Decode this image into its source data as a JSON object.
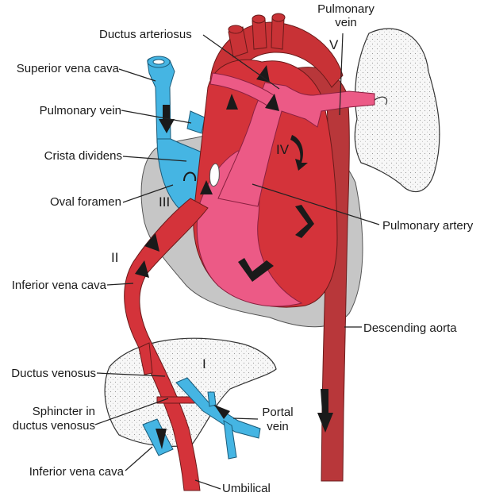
{
  "labels": {
    "ductus_arteriosus": "Ductus arteriosus",
    "pulmonary_vein_top_1": "Pulmonary",
    "pulmonary_vein_top_2": "vein",
    "superior_vena_cava": "Superior vena cava",
    "pulmonary_vein_left": "Pulmonary vein",
    "crista_dividens": "Crista dividens",
    "oval_foramen": "Oval foramen",
    "pulmonary_artery": "Pulmonary artery",
    "inferior_vena_cava_upper": "Inferior vena cava",
    "descending_aorta": "Descending aorta",
    "ductus_venosus": "Ductus venosus",
    "sphincter_1": "Sphincter in",
    "sphincter_2": "ductus venosus",
    "portal_vein_1": "Portal",
    "portal_vein_2": "vein",
    "inferior_vena_cava_lower": "Inferior vena cava",
    "umbilical": "Umbilical"
  },
  "roman": {
    "I": "I",
    "II": "II",
    "III": "III",
    "IV": "IV",
    "V": "V"
  },
  "colors": {
    "oxygenated": "#d4333a",
    "mixed": "#ec5a86",
    "deoxygenated": "#45b5e3",
    "aorta": "#b8373a",
    "pericardium": "#c9c9c9",
    "liver_lung": "#f6f6f6"
  }
}
